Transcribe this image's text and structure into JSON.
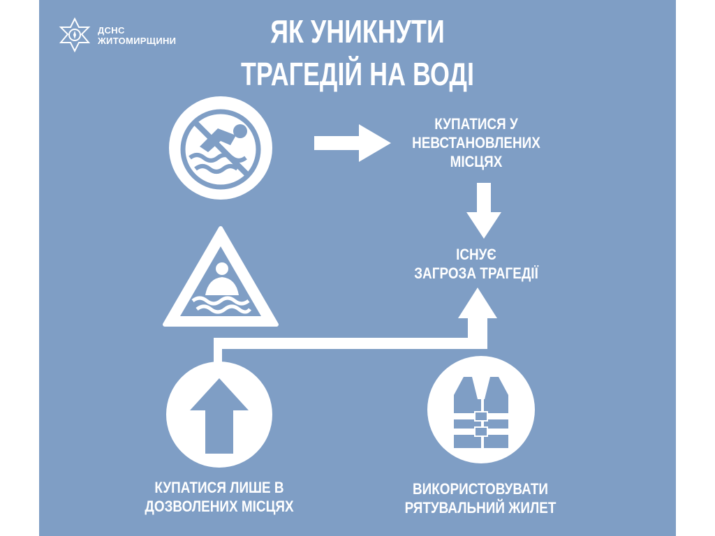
{
  "logo": {
    "line1": "ДСНС",
    "line2": "ЖИТОМИРЩИНИ",
    "icon": "dsns-emblem-icon"
  },
  "title": {
    "line1": "ЯК УНИКНУТИ",
    "line2": "ТРАГЕДІЙ НА ВОДІ"
  },
  "nodes": {
    "unauthorized": {
      "line1": "КУПАТИСЯ У",
      "line2": "НЕВСТАНОВЛЕНИХ",
      "line3": "МІСЦЯХ"
    },
    "threat": {
      "line1": "ІСНУЄ",
      "line2": "ЗАГРОЗА ТРАГЕДІЇ"
    },
    "allowed": {
      "line1": "КУПАТИСЯ ЛИШЕ В",
      "line2": "ДОЗВОЛЕНИХ МІСЦЯХ"
    },
    "lifejacket": {
      "line1": "ВИКОРИСТОВУВАТИ",
      "line2": "РЯТУВАЛЬНИЙ ЖИЛЕТ"
    }
  },
  "icons": {
    "no_swimming": "no-swimming-icon",
    "warning": "swimmer-warning-icon",
    "up_arrow": "up-arrow-icon",
    "vest": "life-vest-icon"
  },
  "colors": {
    "background": "#7f9ec5",
    "foreground": "#ffffff"
  }
}
